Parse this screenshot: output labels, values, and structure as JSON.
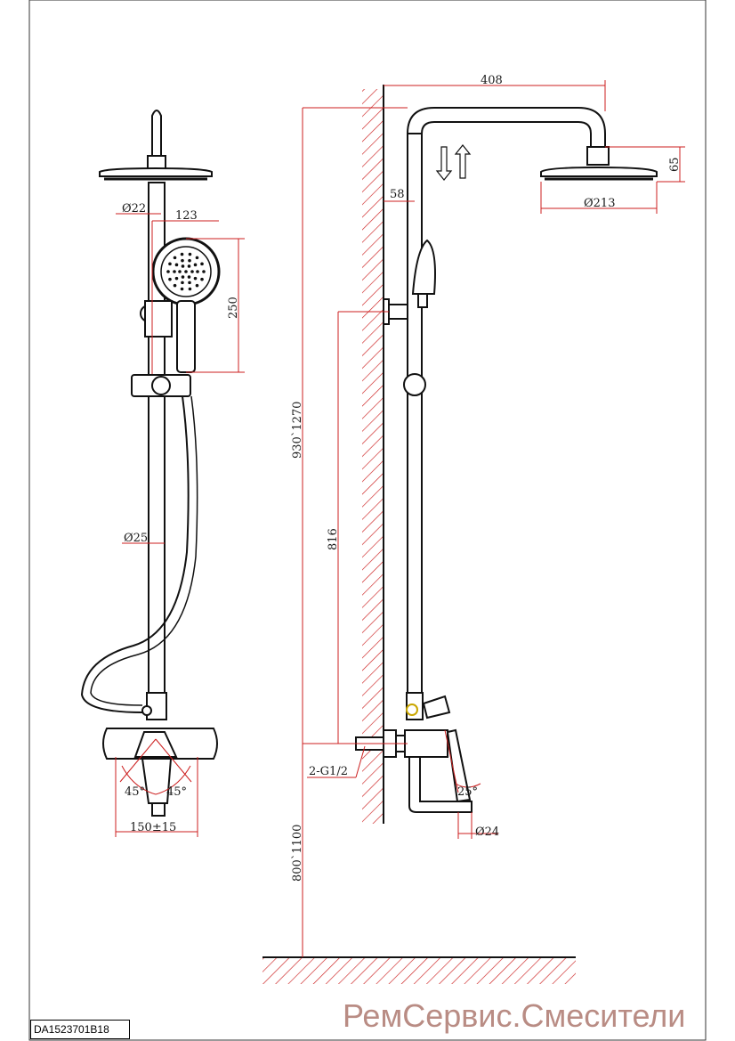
{
  "colors": {
    "outline": "#111111",
    "dimension_line": "#cc1f1f",
    "hatch": "#cc1f1f",
    "watermark": "#b98c84",
    "valve_accent": "#c9a600"
  },
  "front_view": {
    "dimensions": {
      "hose_pipe_diameter": "Ø22",
      "hand_shower_offset": "123",
      "hand_shower_length": "250",
      "riser_diameter": "Ø25",
      "angle_left": "45°",
      "angle_right": "45°",
      "centers": "150±15"
    }
  },
  "side_view": {
    "dimensions": {
      "arm_reach": "408",
      "head_height": "65",
      "head_diameter": "Ø213",
      "wall_offset": "58",
      "total_height": "930`1270",
      "inlet_to_holder": "816",
      "inlet_thread": "2-G1/2",
      "mount_height": "800`1100",
      "spout_angle": "25°",
      "spout_diameter": "Ø24"
    }
  },
  "footer": {
    "model_code": "DA1523701B18",
    "watermark": "РемСервис.Смесители"
  }
}
